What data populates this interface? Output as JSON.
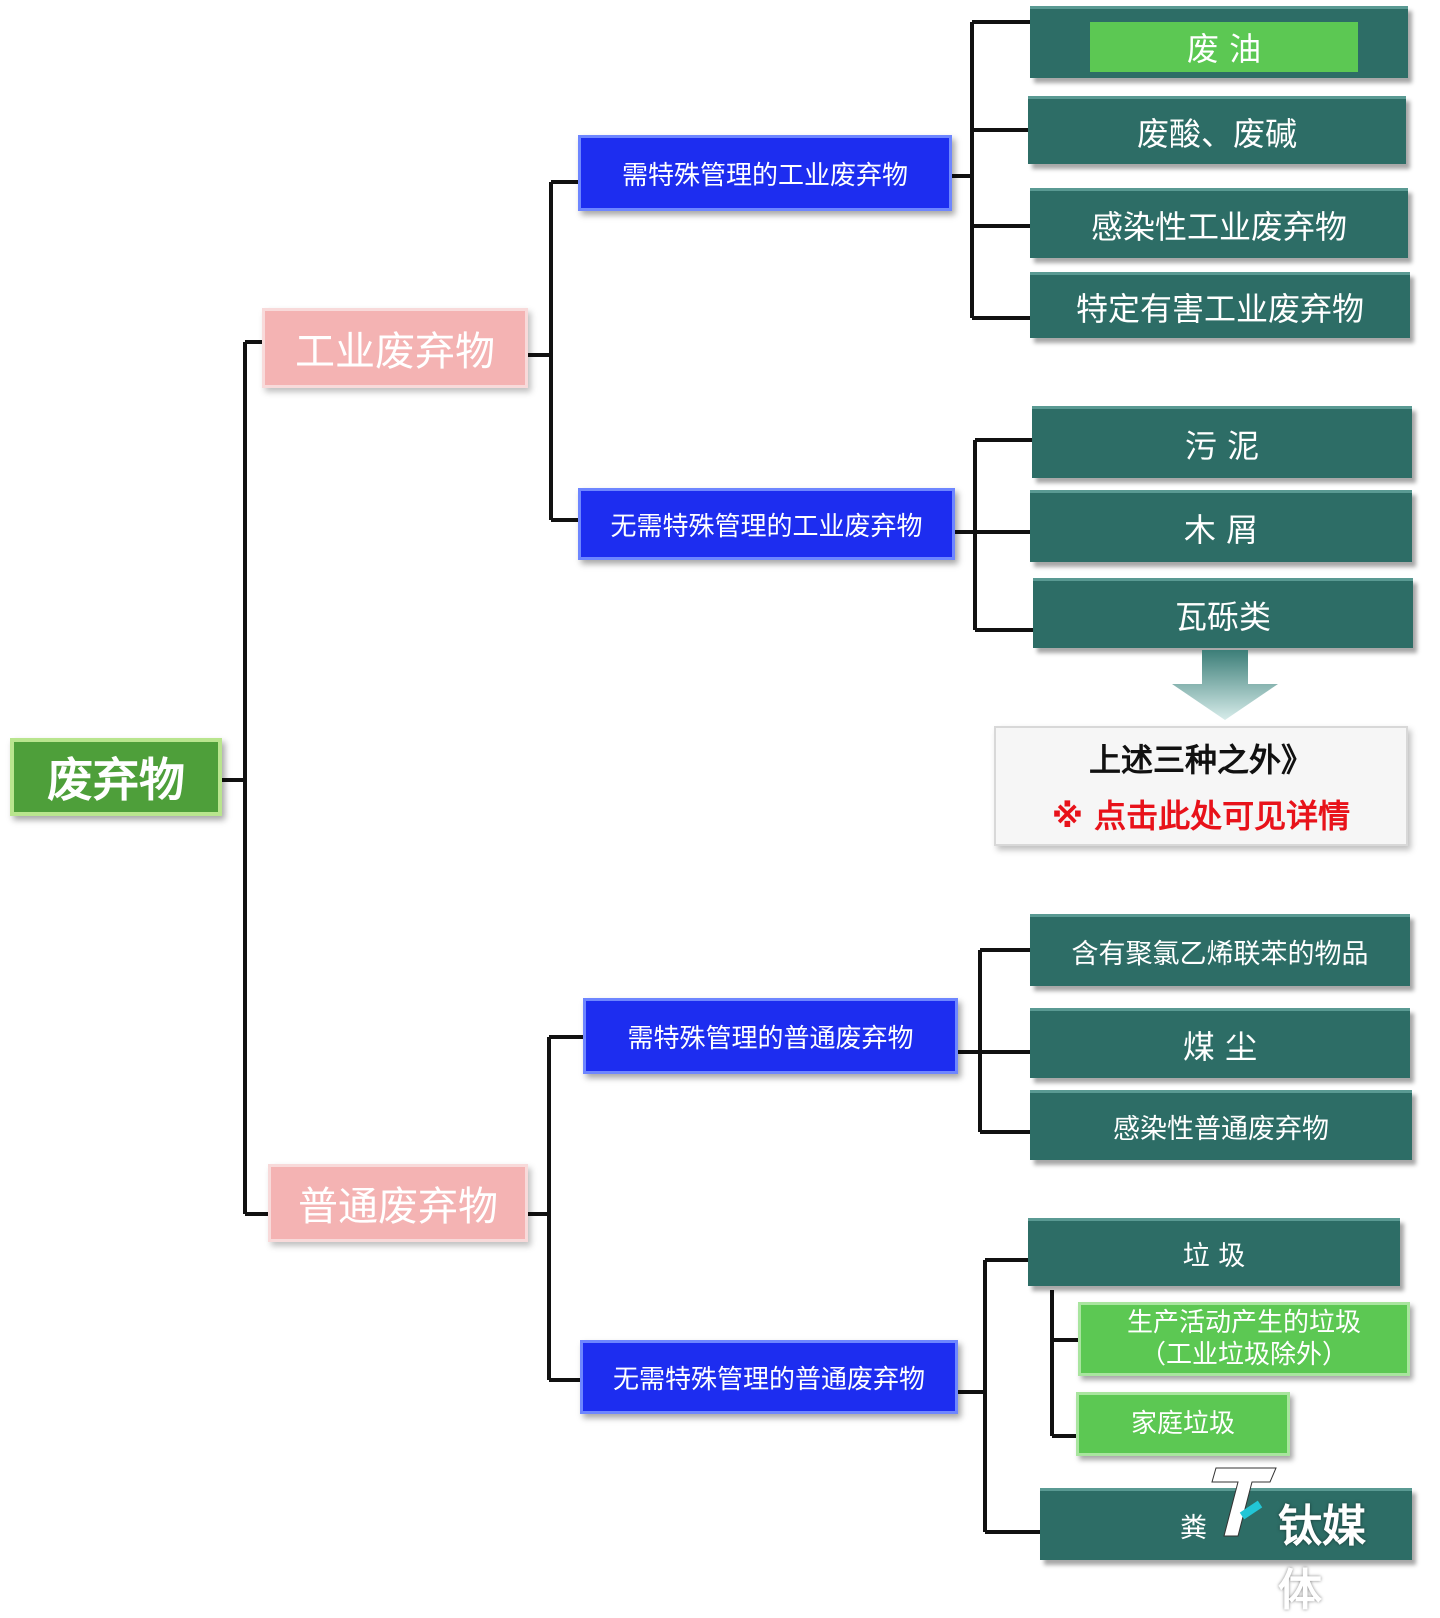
{
  "root": "废弃物",
  "branches": {
    "industrial": {
      "label": "工业废弃物",
      "special": {
        "label": "需特殊管理的工业废弃物",
        "items": [
          "废 油",
          "废酸、废碱",
          "感染性工业废弃物",
          "特定有害工业废弃物"
        ]
      },
      "nonspecial": {
        "label": "无需特殊管理的工业废弃物",
        "items": [
          "污 泥",
          "木 屑",
          "瓦砾类"
        ]
      },
      "note": {
        "title": "上述三种之外》",
        "link": "※ 点击此处可见详情"
      }
    },
    "general": {
      "label": "普通废弃物",
      "special": {
        "label": "需特殊管理的普通废弃物",
        "items": [
          "含有聚氯乙烯联苯的物品",
          "煤 尘",
          "感染性普通废弃物"
        ]
      },
      "nonspecial": {
        "label": "无需特殊管理的普通废弃物",
        "garbage": "垃 圾",
        "sub_items": [
          {
            "line1": "生产活动产生的垃圾",
            "line2": "（工业垃圾除外）"
          },
          {
            "line1": "家庭垃圾"
          }
        ],
        "last": "粪"
      }
    }
  },
  "watermark": {
    "en": "TMTPOST",
    "cn": "钛媒体"
  },
  "colors": {
    "root": "#4e9f3a",
    "category": "#f4b3b3",
    "subcategory": "#1d2df0",
    "leaf": "#2d6d66",
    "highlight": "#5cc853",
    "link_text": "#e8121a"
  }
}
